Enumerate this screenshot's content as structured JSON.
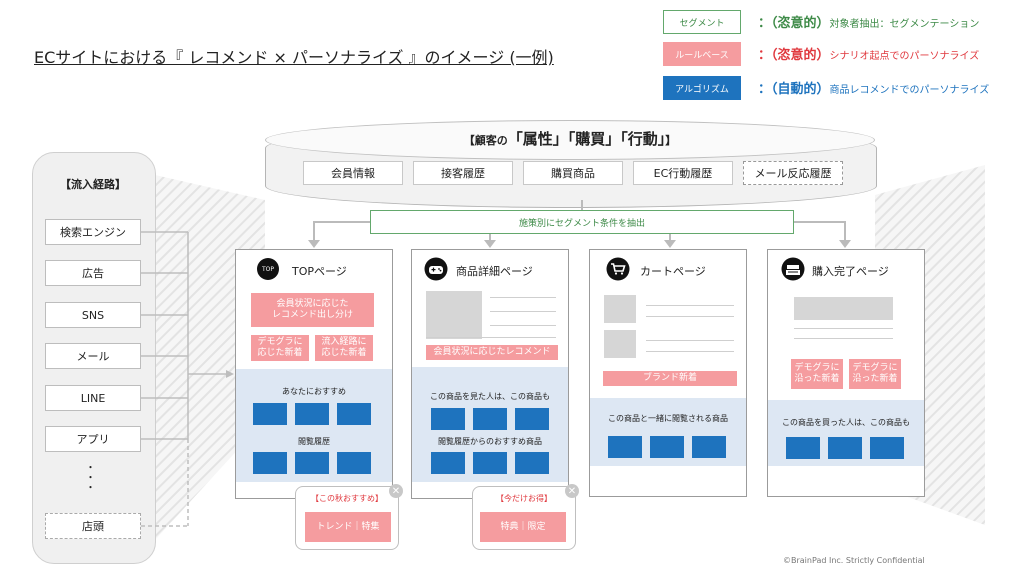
{
  "title": "ECサイトにおける『 レコメンド × パーソナライズ 』のイメージ (一例)",
  "legend": [
    {
      "box": "セグメント",
      "prefix": "：（恣意的）",
      "desc": "対象者抽出：セグメンテーション",
      "color": "#3d8a47"
    },
    {
      "box": "ルールベース",
      "prefix": "：（恣意的）",
      "desc": "シナリオ起点でのパーソナライズ",
      "color": "#e0383e"
    },
    {
      "box": "アルゴリズム",
      "prefix": "：（自動的）",
      "desc": "商品レコメンドでのパーソナライズ",
      "color": "#1e73be"
    }
  ],
  "sources": {
    "header": "【流入経路】",
    "items": [
      "検索エンジン",
      "広告",
      "SNS",
      "メール",
      "LINE",
      "アプリ"
    ],
    "dots": "・・・",
    "store": "店頭"
  },
  "customer": {
    "heading_prefix": "【顧客の",
    "heading_attrs": "「属性」「購買」「行動」",
    "heading_suffix": "】",
    "attributes": [
      "会員情報",
      "接客履歴",
      "購買商品",
      "EC行動履歴",
      "メール反応履歴"
    ]
  },
  "segment_bar": "施策別にセグメント条件を抽出",
  "pages": {
    "top": {
      "title": "TOPページ",
      "icon_text": "TOP",
      "rule1": "会員状況に応じた\nレコメンド出し分け",
      "rule2": "デモグラに\n応じた新着",
      "rule3": "流入経路に\n応じた新着",
      "algo1": "あなたにおすすめ",
      "algo2": "閲覧履歴"
    },
    "detail": {
      "title": "商品詳細ページ",
      "rule1": "会員状況に応じたレコメンド",
      "algo1": "この商品を見た人は、この商品も",
      "algo2": "閲覧履歴からのおすすめ商品"
    },
    "cart": {
      "title": "カートページ",
      "rule1": "ブランド新着",
      "algo1": "この商品と一緒に閲覧される商品"
    },
    "complete": {
      "title": "購入完了ページ",
      "rule1": "デモグラに\n沿った新着",
      "rule2": "デモグラに\n沿った新着",
      "algo1": "この商品を買った人は、この商品も"
    }
  },
  "popups": [
    {
      "heading": "【この秋おすすめ】",
      "body": "トレンド｜特集"
    },
    {
      "heading": "【今だけお得】",
      "body": "特典｜限定"
    }
  ],
  "footer": "©BrainPad Inc. Strictly Confidential",
  "colors": {
    "segment": "#63a86c",
    "rule": "#f59c9f",
    "algo": "#1e73be",
    "algo_bg": "#dde7f3"
  }
}
